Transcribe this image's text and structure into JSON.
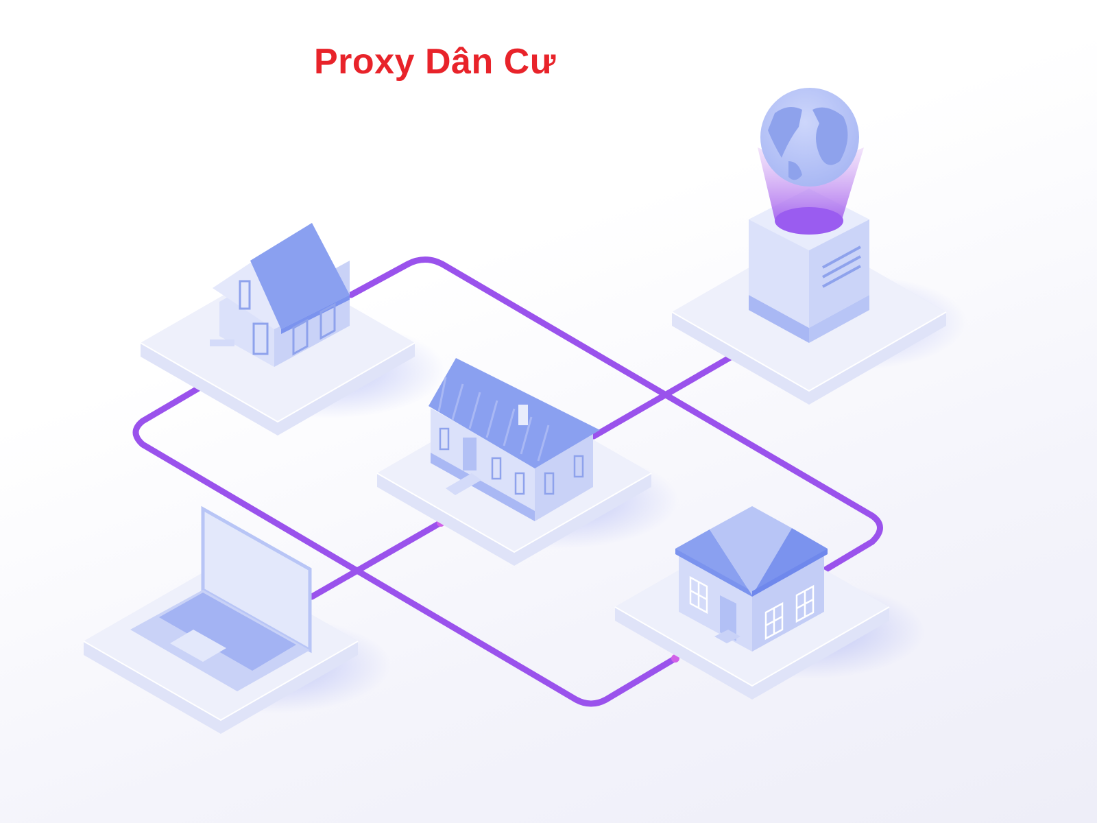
{
  "title": {
    "text": "Proxy Dân Cư",
    "color": "#e8232a"
  },
  "colors": {
    "wire": "#9a52ec",
    "wire_end": "#d060e8",
    "platform_top": "#eef0fb",
    "platform_side": "#dfe3f8",
    "roof": "#8aa0f0",
    "roof_dark": "#7b93ee",
    "wall": "#d8dffa",
    "wall_dark": "#c3cdf6",
    "globe": "#8ea2ec",
    "globe_land": "#7d92e6",
    "beam": "#a86cf0"
  },
  "nodes": [
    {
      "name": "house-gable",
      "label": ""
    },
    {
      "name": "house-long",
      "label": ""
    },
    {
      "name": "house-hip",
      "label": ""
    },
    {
      "name": "laptop",
      "label": ""
    },
    {
      "name": "globe-server",
      "label": ""
    }
  ]
}
